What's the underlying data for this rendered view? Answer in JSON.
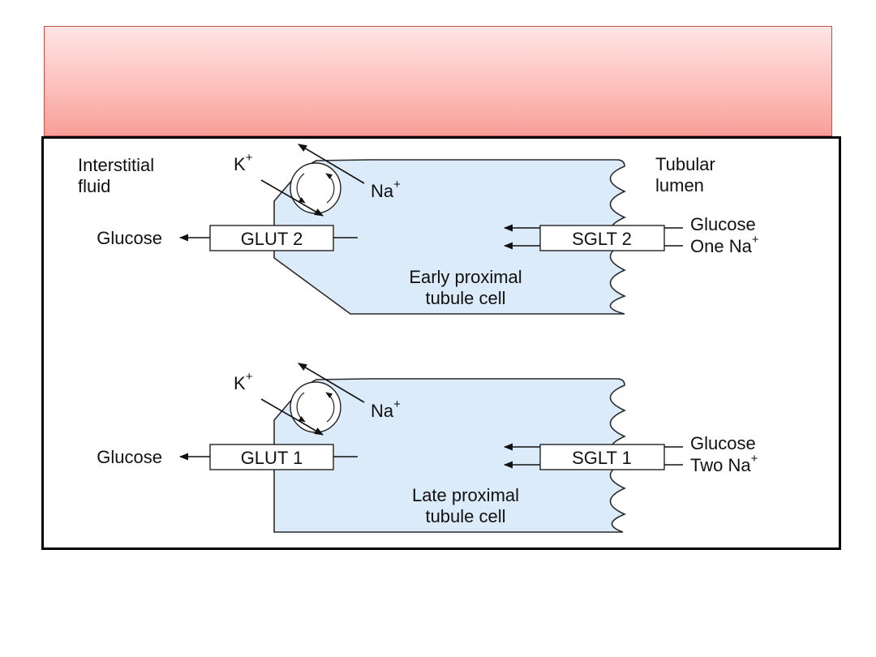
{
  "title_banner": {
    "text": ""
  },
  "diagram": {
    "colors": {
      "cell_fill": "#dcebf9",
      "cell_stroke": "#2a2a2a",
      "arrow": "#111111",
      "banner": "#f79f98"
    },
    "labels": {
      "interstitial_line1": "Interstitial",
      "interstitial_line2": "fluid",
      "lumen_line1": "Tubular",
      "lumen_line2": "lumen"
    },
    "ion": {
      "k": "K",
      "na": "Na",
      "plus": "+"
    },
    "early": {
      "glut_label": "GLUT 2",
      "sglt_label": "SGLT 2",
      "glucose_out": "Glucose",
      "glucose_in": "Glucose",
      "sodium_prefix": "One Na",
      "cell_line1": "Early proximal",
      "cell_line2": "tubule cell"
    },
    "late": {
      "glut_label": "GLUT 1",
      "sglt_label": "SGLT 1",
      "glucose_out": "Glucose",
      "glucose_in": "Glucose",
      "sodium_prefix": "Two Na",
      "cell_line1": "Late proximal",
      "cell_line2": "tubule cell"
    }
  }
}
